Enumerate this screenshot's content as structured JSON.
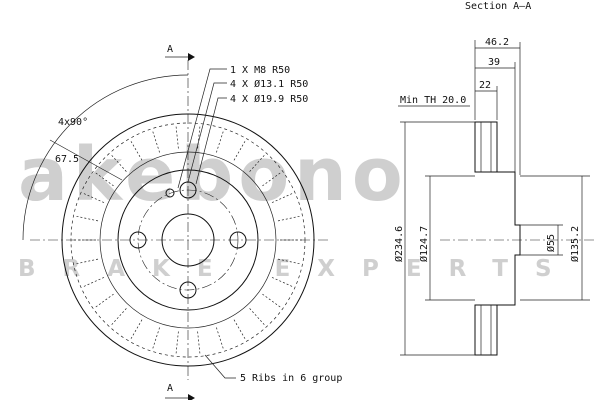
{
  "watermark": {
    "brand": "akebono",
    "tagline": "BRAKE EXPERTS",
    "color": "#cfcfcf"
  },
  "section_title": "Section A–A",
  "front_view": {
    "section_marker": "A",
    "callouts": [
      "1 X M8 R50",
      "4 X Ø13.1 R50",
      "4 X Ø19.9 R50"
    ],
    "angle": "4x90°",
    "radius": "67.5",
    "ribs_note": "5 Ribs in 6 group"
  },
  "side_view": {
    "min_thickness": "Min TH 20.0",
    "dims": {
      "overall_height": "46.2",
      "hub_height": "39",
      "disc_thickness": "22",
      "outer_diameter": "Ø234.6",
      "hat_diameter": "Ø124.7",
      "center_bore": "Ø55",
      "hub_diameter": "Ø135.2"
    }
  }
}
